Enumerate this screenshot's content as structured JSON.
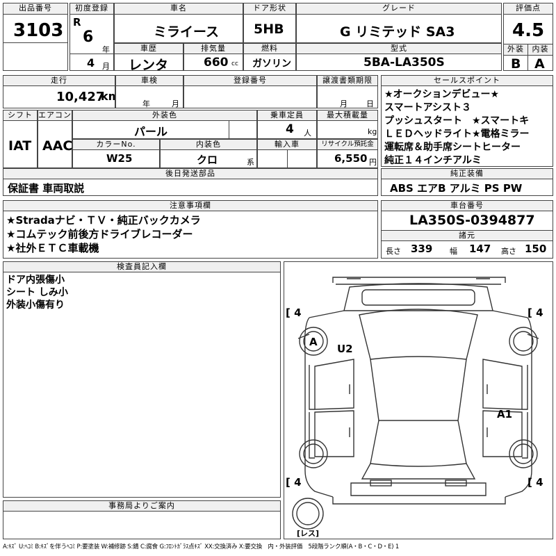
{
  "header": {
    "lot_label": "出品番号",
    "lot_no": "3103",
    "first_reg_label": "初度登録",
    "era": "R",
    "year": "6",
    "year_unit": "年",
    "month": "4",
    "month_unit": "月",
    "car_name_label": "車名",
    "car_name": "ミライース",
    "door_label": "ドア形状",
    "door": "5HB",
    "grade_label": "グレード",
    "grade": "G リミテッド SA3",
    "score_label": "評価点",
    "score": "4.5",
    "history_label": "車歴",
    "history": "レンタ",
    "displacement_label": "排気量",
    "displacement": "660",
    "displacement_unit": "cc",
    "fuel_label": "燃料",
    "fuel": "ガソリン",
    "model_code_label": "型式",
    "model_code": "5BA-LA350S",
    "exterior_label": "外装",
    "exterior": "B",
    "interior_label": "内装",
    "interior": "A"
  },
  "details": {
    "mileage_label": "走行",
    "mileage": "10,427",
    "mileage_unit": "km",
    "inspection_label": "車検",
    "inspection_year_unit": "年",
    "inspection_month_unit": "月",
    "reg_no_label": "登録番号",
    "transfer_label": "譲渡書類期限",
    "transfer_month_unit": "月",
    "transfer_day_unit": "日",
    "shift_label": "シフト",
    "shift": "IAT",
    "ac_label": "エアコン",
    "ac": "AAC",
    "ext_color_label": "外装色",
    "ext_color": "パール",
    "capacity_label": "乗車定員",
    "capacity": "4",
    "capacity_unit": "人",
    "max_load_label": "最大積載量",
    "max_load_unit": "kg",
    "color_no_label": "カラーNo.",
    "color_no": "W25",
    "int_color_label": "内装色",
    "int_color": "クロ",
    "int_color_unit": "系",
    "import_label": "輸入車",
    "recycle_label": "リサイクル預託金",
    "recycle": "6,550",
    "recycle_unit": "円",
    "later_label": "後日発送部品",
    "later": "保証書 車両取説"
  },
  "sales": {
    "label": "セールスポイント",
    "lines": [
      "★オークションデビュー★",
      "スマートアシスト３",
      "プッシュスタート　★スマートキ",
      "ＬＥＤヘッドライト★電格ミラー",
      "運転席＆助手席シートヒーター",
      "純正１４インチアルミ"
    ]
  },
  "equipment": {
    "label": "純正装備",
    "value": "ABS エアB アルミ PS PW"
  },
  "notes": {
    "label": "注意事項欄",
    "lines": [
      "★Stradaナビ・ＴＶ・純正バックカメラ",
      "★コムテック前後方ドライブレコーダー",
      "★社外ＥＴＣ車載機"
    ]
  },
  "chassis": {
    "label": "車台番号",
    "value": "LA350S-0394877"
  },
  "specs": {
    "label": "諸元",
    "length_label": "長さ",
    "length": "339",
    "width_label": "幅",
    "width": "147",
    "height_label": "高さ",
    "height": "150"
  },
  "inspector": {
    "label": "検査員記入欄",
    "lines": [
      "ドア内張傷小",
      "シート しみ小",
      "外装小傷有り"
    ]
  },
  "diagram": {
    "tire_fl": "[ 4",
    "tire_fr": "[ 4",
    "tire_rl": "[ 4",
    "tire_rr": "[ 4",
    "mark_a": "A",
    "mark_u2": "U2",
    "mark_a1": "A1",
    "spare": "[レス]"
  },
  "office": {
    "label": "事務局よりご案内"
  },
  "legend": "A:ｷｽﾞ U:ﾍｺﾐ B:ｷｽﾞを伴うﾍｺﾐ P:要塗装 W:補修跡 S:錆 C:腐食 G:ﾌﾛﾝﾄｶﾞﾗｽ点ｷｽﾞ XX:交換済み X:要交換　内・外装評価　5段階ランク順(A・B・C・D・E) 1"
}
